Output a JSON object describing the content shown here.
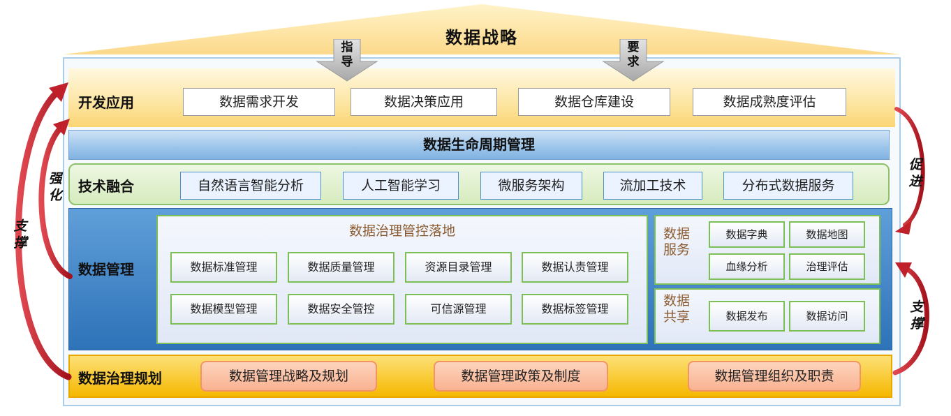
{
  "roof": {
    "title": "数据战略"
  },
  "arrows": {
    "guide": [
      "指",
      "导"
    ],
    "require": [
      "要",
      "求"
    ]
  },
  "dev": {
    "label": "开发应用",
    "items": [
      "数据需求开发",
      "数据决策应用",
      "数据仓库建设",
      "数据成熟度评估"
    ]
  },
  "lifecycle": {
    "label": "数据生命周期管理"
  },
  "tech": {
    "label": "技术融合",
    "items": [
      "自然语言智能分析",
      "人工智能学习",
      "微服务架构",
      "流加工技术",
      "分布式数据服务"
    ]
  },
  "mgmt": {
    "label": "数据管理",
    "governance": {
      "title": "数据治理管控落地",
      "items": [
        "数据标准管理",
        "数据质量管理",
        "资源目录管理",
        "数据认责管理",
        "数据模型管理",
        "数据安全管控",
        "可信源管理",
        "数据标签管理"
      ]
    },
    "service": {
      "title": [
        "数据",
        "服务"
      ],
      "items": [
        "数据字典",
        "数据地图",
        "血缘分析",
        "治理评估"
      ]
    },
    "share": {
      "title": [
        "数据",
        "共享"
      ],
      "items": [
        "数据发布",
        "数据访问"
      ]
    }
  },
  "plan": {
    "label": "数据治理规划",
    "items": [
      "数据管理战略及规划",
      "数据管理政策及制度",
      "数据管理组织及职责"
    ]
  },
  "side": {
    "left_outer": [
      "支",
      "撑"
    ],
    "left_inner": [
      "强",
      "化"
    ],
    "right_top": [
      "促",
      "进"
    ],
    "right_bottom": [
      "支",
      "撑"
    ]
  },
  "colors": {
    "roof": "#fde6a3",
    "lifecycle": "#9bc4ea",
    "tech_border": "#8cc16a",
    "mgmt": "#2e72b8",
    "plan": "#f5b800",
    "arrow_red": "#c0202a"
  }
}
